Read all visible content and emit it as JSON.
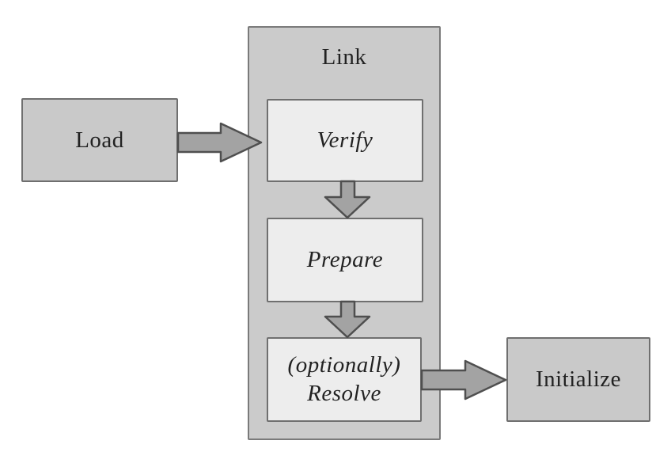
{
  "colors": {
    "background": "#ffffff",
    "outer_box_fill": "#c9c9c9",
    "group_fill": "#cbcbcb",
    "group_border": "#7a7a7a",
    "inner_box_fill": "#ededed",
    "box_border": "#6f6f6f",
    "arrow_fill": "#a3a3a3",
    "arrow_border": "#4f4f4f",
    "text": "#222222"
  },
  "diagram": {
    "nodes": {
      "load": {
        "label": "Load"
      },
      "link_group": {
        "label": "Link"
      },
      "verify": {
        "label": "Verify"
      },
      "prepare": {
        "label": "Prepare"
      },
      "resolve": {
        "label_line1": "(optionally)",
        "label_line2": "Resolve"
      },
      "initialize": {
        "label": "Initialize"
      }
    },
    "arrows": [
      {
        "name": "load-to-verify",
        "direction": "right"
      },
      {
        "name": "verify-to-prepare",
        "direction": "down"
      },
      {
        "name": "prepare-to-resolve",
        "direction": "down"
      },
      {
        "name": "resolve-to-initialize",
        "direction": "right"
      }
    ]
  }
}
